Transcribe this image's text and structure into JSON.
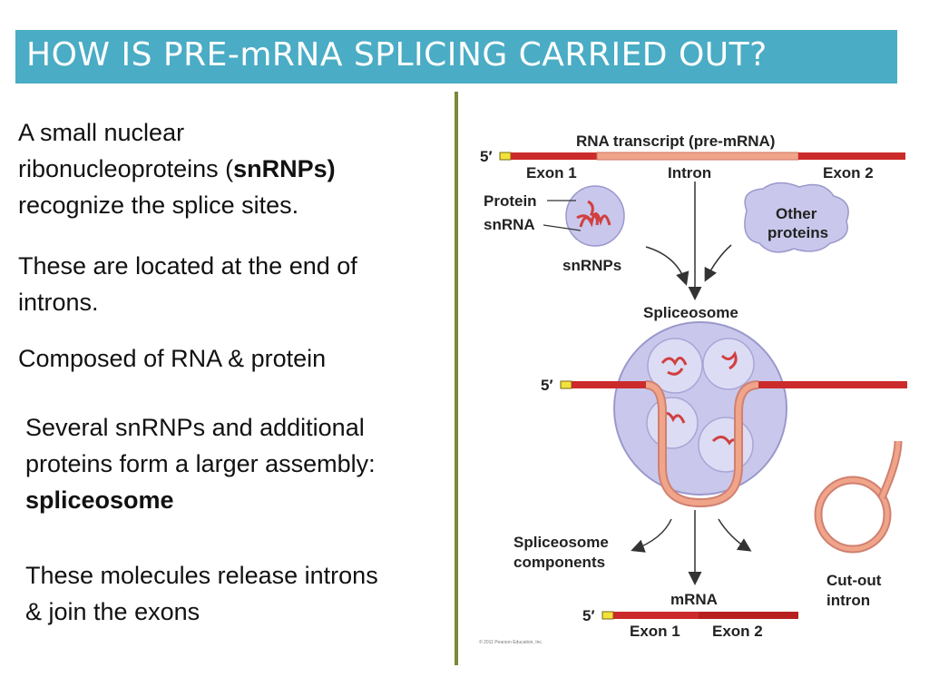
{
  "title": "HOW IS PRE-mRNA SPLICING CARRIED OUT?",
  "left_text": {
    "p1_a": "A small nuclear",
    "p1_b": "ribonucleoproteins (",
    "p1_bold": "snRNPs)",
    "p1_c": "recognize the splice sites.",
    "p2_a": "These are located at the end of",
    "p2_b": "introns.",
    "p3": "Composed of RNA & protein",
    "p4_a": "Several snRNPs and additional",
    "p4_b": "proteins form a larger assembly:",
    "p4_bold": "spliceosome",
    "p5_a": "These molecules release introns",
    "p5_b": "& join the exons"
  },
  "diagram": {
    "pre_mrna_label": "RNA transcript (pre-mRNA)",
    "five_prime": "5′",
    "exon1": "Exon 1",
    "intron": "Intron",
    "exon2": "Exon 2",
    "protein": "Protein",
    "snrna": "snRNA",
    "snrnps": "snRNPs",
    "other_proteins_1": "Other",
    "other_proteins_2": "proteins",
    "spliceosome": "Spliceosome",
    "components_1": "Spliceosome",
    "components_2": "components",
    "cutout_1": "Cut-out",
    "cutout_2": "intron",
    "mrna": "mRNA",
    "copyright": "© 2011 Pearson Education, Inc.",
    "colors": {
      "exon": "#cc2b2b",
      "intron": "#f0a58a",
      "snrnp_body": "#c9c8ec",
      "cap": "#f2e23a"
    }
  }
}
